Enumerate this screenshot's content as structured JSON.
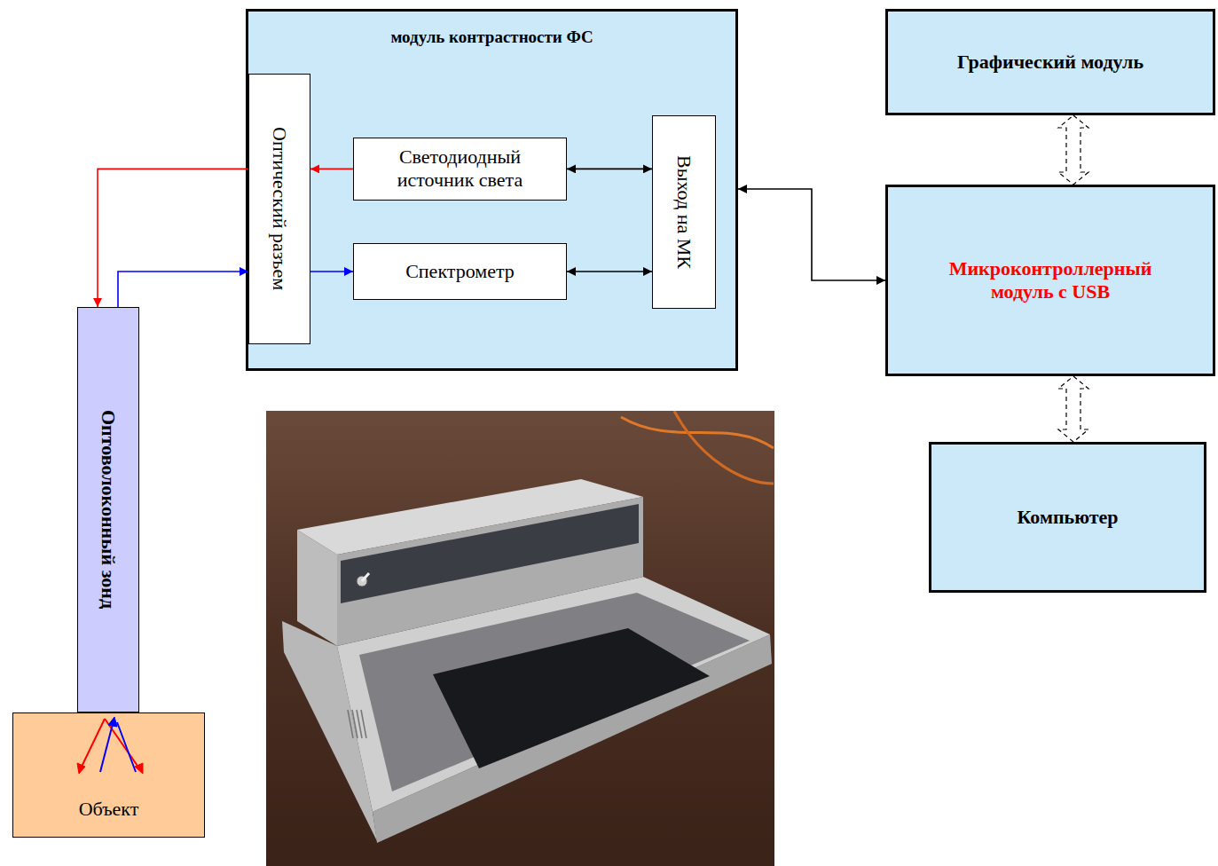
{
  "diagram": {
    "nodes": [
      {
        "text": [
          "модуль контрастности ФС"
        ]
      },
      {
        "text": [
          "Оптический разъем"
        ],
        "in": 0
      },
      {
        "text": [
          "Светодиодный источник света"
        ],
        "in": 0
      },
      {
        "text": [
          "Спектрометр"
        ],
        "in": 0
      },
      {
        "text": [
          "Выход на МК"
        ],
        "in": 0
      },
      {
        "text": [
          "Графический модуль"
        ]
      },
      {
        "text": [
          "Микроконтроллерный модуль с USB"
        ]
      },
      {
        "text": [
          "Компьютер"
        ]
      },
      {
        "text": [
          "Оптоволоконный зонд"
        ]
      },
      {
        "text": [
          "Объект"
        ]
      }
    ],
    "edges": [
      {
        "from": 2,
        "to": 1,
        "arrow": "to"
      },
      {
        "from": 1,
        "to": 8,
        "arrow": "to"
      },
      {
        "from": 8,
        "to": 1,
        "arrow": "to"
      },
      {
        "from": 1,
        "to": 3,
        "arrow": "to"
      },
      {
        "from": 2,
        "to": 4,
        "arrow": "both"
      },
      {
        "from": 3,
        "to": 4,
        "arrow": "both"
      },
      {
        "from": 0,
        "to": 6,
        "arrow": "both"
      },
      {
        "from": 5,
        "to": 6,
        "arrow": "both"
      },
      {
        "from": 6,
        "to": 7,
        "arrow": "both"
      }
    ]
  }
}
